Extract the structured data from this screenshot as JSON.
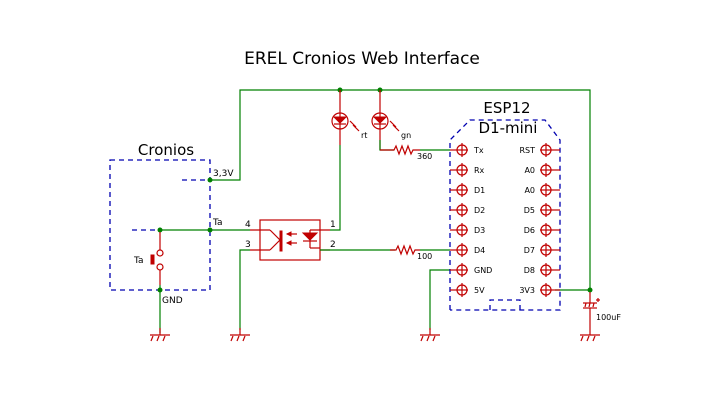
{
  "title": "EREL Cronios Web Interface",
  "colors": {
    "wire": "#008000",
    "component": "#c00000",
    "boundary": "#0000b0",
    "text": "#000000"
  },
  "cronios": {
    "label": "Cronios",
    "pin_33v": "3,3V",
    "pin_ta": "Ta",
    "pin_gnd": "GND",
    "button_label": "Ta"
  },
  "optocoupler": {
    "pin1": "1",
    "pin2": "2",
    "pin3": "3",
    "pin4": "4"
  },
  "leds": [
    {
      "label": "rt"
    },
    {
      "label": "gn"
    }
  ],
  "resistors": [
    {
      "value": "360"
    },
    {
      "value": "100"
    }
  ],
  "capacitor": {
    "value": "100uF"
  },
  "esp": {
    "title": "ESP12",
    "subtitle": "D1-mini",
    "left_pins": [
      "Tx",
      "Rx",
      "D1",
      "D2",
      "D3",
      "D4",
      "GND",
      "5V"
    ],
    "right_pins": [
      "RST",
      "A0",
      "A0",
      "D5",
      "D6",
      "D7",
      "D8",
      "3V3"
    ]
  }
}
